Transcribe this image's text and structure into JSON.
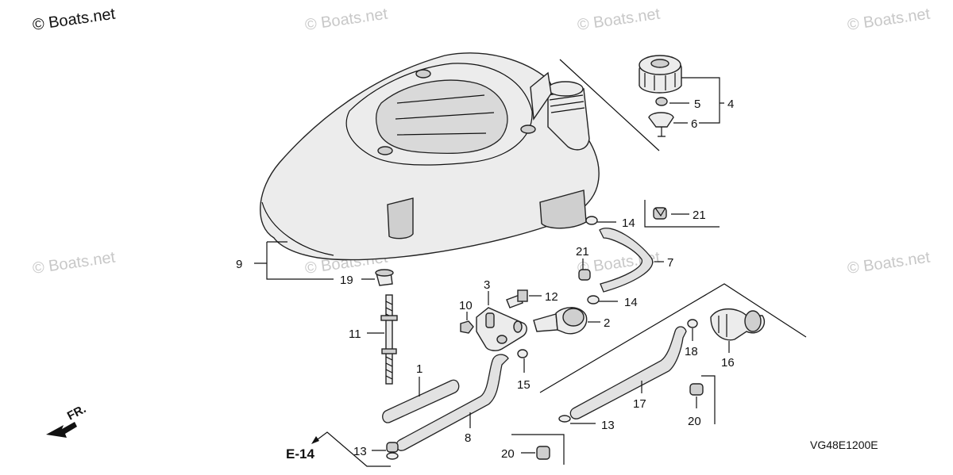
{
  "header": {
    "brand": "© Boats.net"
  },
  "watermarks": [
    "© Boats.net",
    "© Boats.net",
    "© Boats.net",
    "© Boats.net",
    "© Boats.net",
    "© Boats.net",
    "© Boats.net"
  ],
  "diagram_code": "VG48E1200E",
  "reference": "E-14",
  "direction": "FR.",
  "callouts": [
    {
      "id": "c1",
      "text": "1"
    },
    {
      "id": "c2",
      "text": "2"
    },
    {
      "id": "c3",
      "text": "3"
    },
    {
      "id": "c4",
      "text": "4"
    },
    {
      "id": "c5",
      "text": "5"
    },
    {
      "id": "c6",
      "text": "6"
    },
    {
      "id": "c7",
      "text": "7"
    },
    {
      "id": "c8",
      "text": "8"
    },
    {
      "id": "c9",
      "text": "9"
    },
    {
      "id": "c10",
      "text": "10"
    },
    {
      "id": "c11",
      "text": "11"
    },
    {
      "id": "c12",
      "text": "12"
    },
    {
      "id": "c13a",
      "text": "13"
    },
    {
      "id": "c13b",
      "text": "13"
    },
    {
      "id": "c14a",
      "text": "14"
    },
    {
      "id": "c14b",
      "text": "14"
    },
    {
      "id": "c15",
      "text": "15"
    },
    {
      "id": "c16",
      "text": "16"
    },
    {
      "id": "c17",
      "text": "17"
    },
    {
      "id": "c18",
      "text": "18"
    },
    {
      "id": "c19",
      "text": "19"
    },
    {
      "id": "c20a",
      "text": "20"
    },
    {
      "id": "c20b",
      "text": "20"
    },
    {
      "id": "c21a",
      "text": "21"
    },
    {
      "id": "c21b",
      "text": "21"
    }
  ]
}
